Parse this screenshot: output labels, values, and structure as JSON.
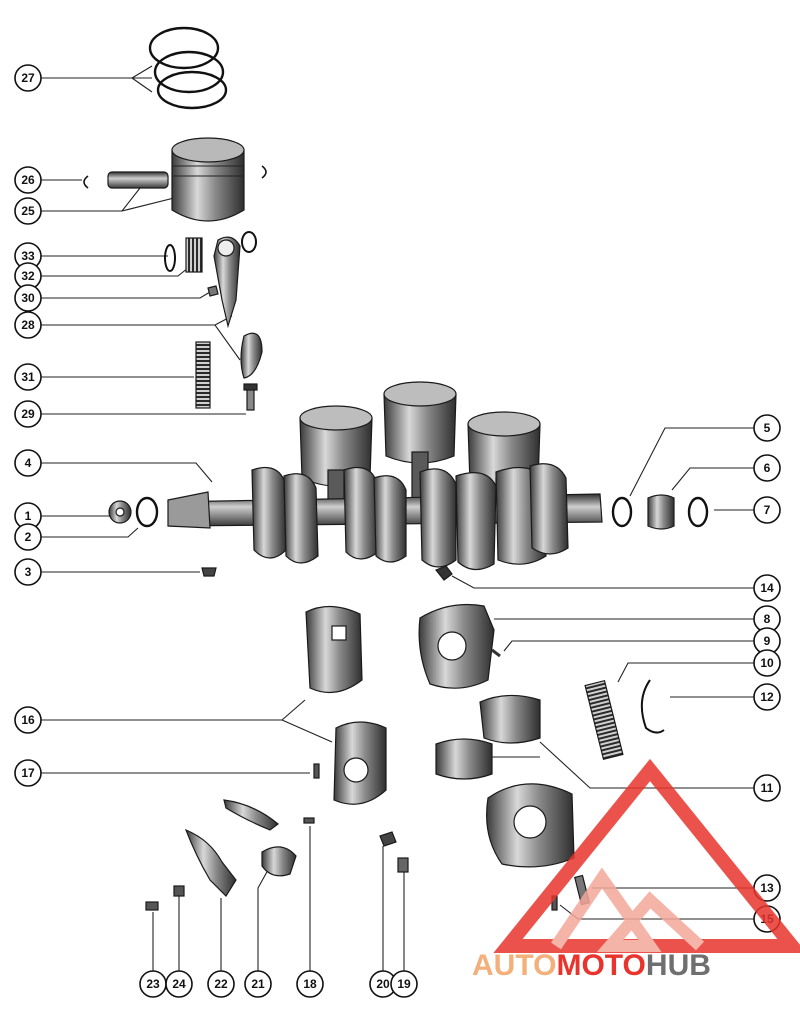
{
  "diagram": {
    "callouts": [
      "27",
      "26",
      "25",
      "33",
      "32",
      "30",
      "28",
      "31",
      "29",
      "4",
      "1",
      "2",
      "3",
      "5",
      "6",
      "7",
      "14",
      "8",
      "9",
      "10",
      "12",
      "16",
      "17",
      "11",
      "13",
      "15",
      "23",
      "24",
      "22",
      "21",
      "18",
      "20",
      "19"
    ]
  },
  "watermark": {
    "text_part1": "AUTO",
    "text_part2": "MOTO",
    "text_part3": "HUB",
    "colors": {
      "primary": "#e8342c",
      "secondary": "#f3a79a",
      "gray": "#6f6f6f"
    }
  }
}
